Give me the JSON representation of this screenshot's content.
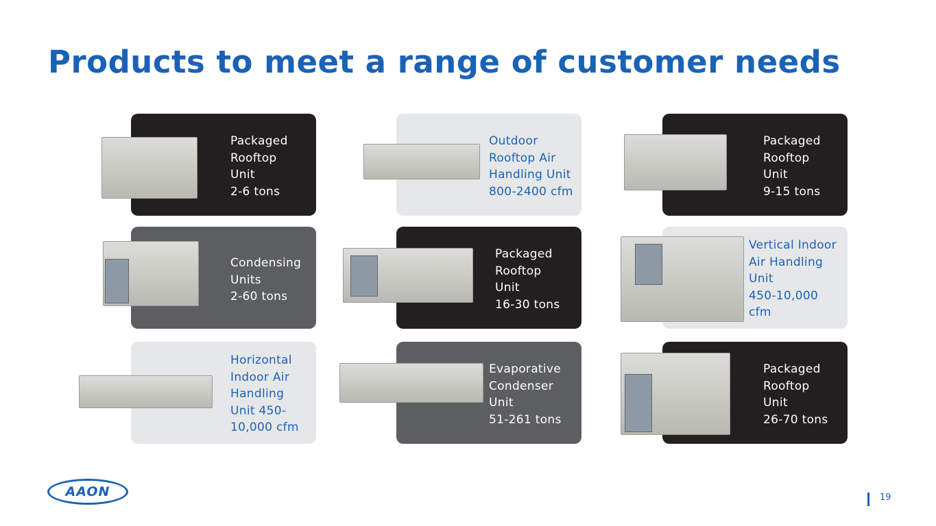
{
  "title": "Products to meet a range of customer needs",
  "cards": [
    {
      "text": "Packaged\nRooftop\nUnit\n2-6 tons"
    },
    {
      "text": "Outdoor\nRooftop Air\nHandling Unit\n800-2400 cfm"
    },
    {
      "text": "Packaged\nRooftop\nUnit\n9-15 tons"
    },
    {
      "text": "Condensing\nUnits\n2-60 tons"
    },
    {
      "text": "Packaged\nRooftop\nUnit\n16-30 tons"
    },
    {
      "text": "Vertical Indoor\nAir Handling\nUnit\n450-10,000\ncfm"
    },
    {
      "text": "Horizontal\nIndoor Air\nHandling\nUnit 450-\n10,000 cfm"
    },
    {
      "text": "Evaporative\nCondenser\nUnit\n51-261 tons"
    },
    {
      "text": "Packaged\nRooftop\nUnit\n26-70 tons"
    }
  ],
  "logo": "AAON",
  "page_number": "19"
}
